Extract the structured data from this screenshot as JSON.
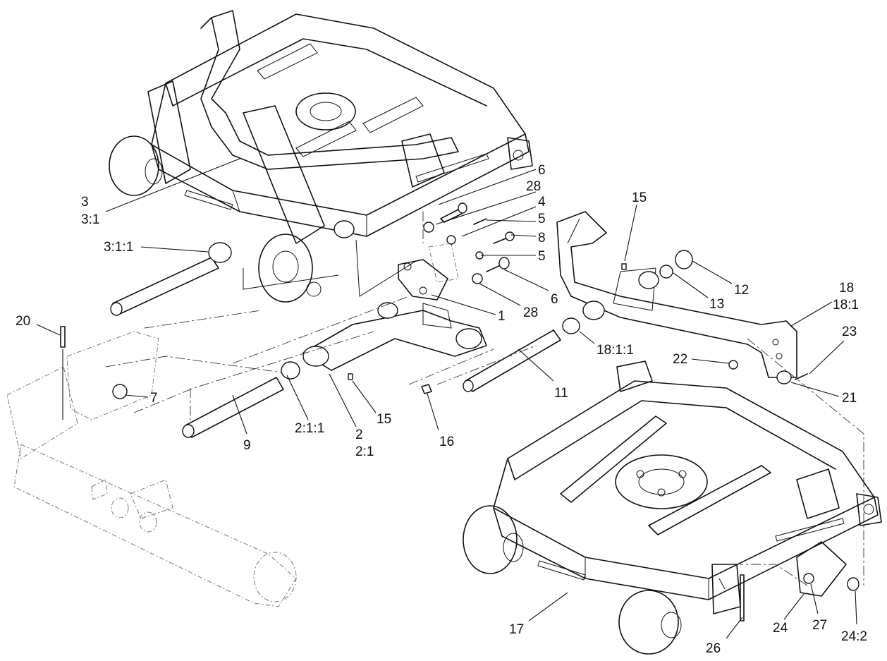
{
  "callouts": [
    {
      "id": "c1",
      "text": "1"
    },
    {
      "id": "c2",
      "text": "2"
    },
    {
      "id": "c2_1",
      "text": "2:1"
    },
    {
      "id": "c2_1_1",
      "text": "2:1:1"
    },
    {
      "id": "c3",
      "text": "3"
    },
    {
      "id": "c3_1",
      "text": "3:1"
    },
    {
      "id": "c3_1_1",
      "text": "3:1:1"
    },
    {
      "id": "c4",
      "text": "4"
    },
    {
      "id": "c5a",
      "text": "5"
    },
    {
      "id": "c5b",
      "text": "5"
    },
    {
      "id": "c6a",
      "text": "6"
    },
    {
      "id": "c6b",
      "text": "6"
    },
    {
      "id": "c7",
      "text": "7"
    },
    {
      "id": "c8",
      "text": "8"
    },
    {
      "id": "c9",
      "text": "9"
    },
    {
      "id": "c11",
      "text": "11"
    },
    {
      "id": "c12",
      "text": "12"
    },
    {
      "id": "c13",
      "text": "13"
    },
    {
      "id": "c15a",
      "text": "15"
    },
    {
      "id": "c15b",
      "text": "15"
    },
    {
      "id": "c16",
      "text": "16"
    },
    {
      "id": "c17",
      "text": "17"
    },
    {
      "id": "c18",
      "text": "18"
    },
    {
      "id": "c18_1",
      "text": "18:1"
    },
    {
      "id": "c18_1_1",
      "text": "18:1:1"
    },
    {
      "id": "c20",
      "text": "20"
    },
    {
      "id": "c21",
      "text": "21"
    },
    {
      "id": "c22",
      "text": "22"
    },
    {
      "id": "c23",
      "text": "23"
    },
    {
      "id": "c24",
      "text": "24"
    },
    {
      "id": "c24_2",
      "text": "24:2"
    },
    {
      "id": "c26",
      "text": "26"
    },
    {
      "id": "c27",
      "text": "27"
    },
    {
      "id": "c28a",
      "text": "28"
    },
    {
      "id": "c28b",
      "text": "28"
    }
  ]
}
